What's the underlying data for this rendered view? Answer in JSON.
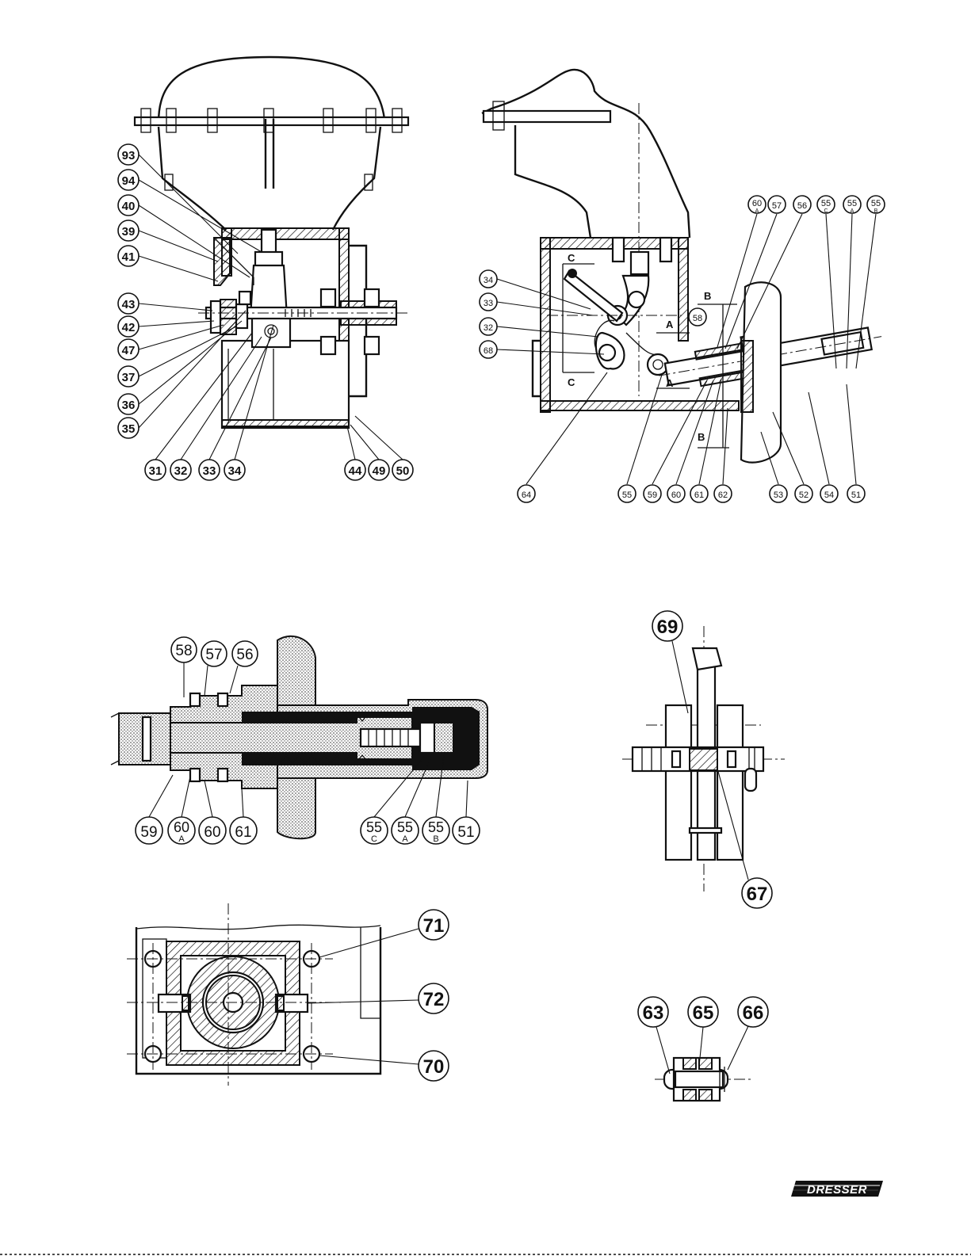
{
  "figure_top_left": {
    "callouts_left": [
      "93",
      "94",
      "40",
      "39",
      "41",
      "43",
      "42",
      "47",
      "37",
      "36",
      "35"
    ],
    "callouts_bottom": [
      "31",
      "32",
      "33",
      "34",
      "44",
      "49",
      "50"
    ]
  },
  "figure_top_right": {
    "callouts_top": [
      {
        "main": "60",
        "sub": "A"
      },
      {
        "main": "57",
        "sub": ""
      },
      {
        "main": "56",
        "sub": ""
      },
      {
        "main": "55",
        "sub": "C"
      },
      {
        "main": "55",
        "sub": "A"
      },
      {
        "main": "55",
        "sub": "B"
      }
    ],
    "callouts_left": [
      "34",
      "33",
      "32",
      "68"
    ],
    "callout_inner": "58",
    "callouts_bottom": [
      "64",
      "55",
      "59",
      "60",
      "61",
      "62",
      "53",
      "52",
      "54",
      "51"
    ],
    "section_markers": [
      "C",
      "C",
      "A",
      "A",
      "B",
      "B"
    ]
  },
  "figure_mid_left": {
    "callouts_top": [
      "58",
      "57",
      "56"
    ],
    "callouts_bottom": [
      {
        "main": "59",
        "sub": ""
      },
      {
        "main": "60",
        "sub": "A"
      },
      {
        "main": "60",
        "sub": ""
      },
      {
        "main": "61",
        "sub": ""
      },
      {
        "main": "55",
        "sub": "C"
      },
      {
        "main": "55",
        "sub": "A"
      },
      {
        "main": "55",
        "sub": "B"
      },
      {
        "main": "51",
        "sub": ""
      }
    ]
  },
  "figure_mid_right": {
    "callouts": [
      "69",
      "67"
    ]
  },
  "figure_bottom_left": {
    "callouts": [
      "71",
      "72",
      "70"
    ]
  },
  "figure_bottom_right": {
    "callouts": [
      "63",
      "65",
      "66"
    ]
  },
  "brand": {
    "logo_text": "DRESSER",
    "colors": {
      "ink": "#111111",
      "paper": "#ffffff"
    }
  }
}
